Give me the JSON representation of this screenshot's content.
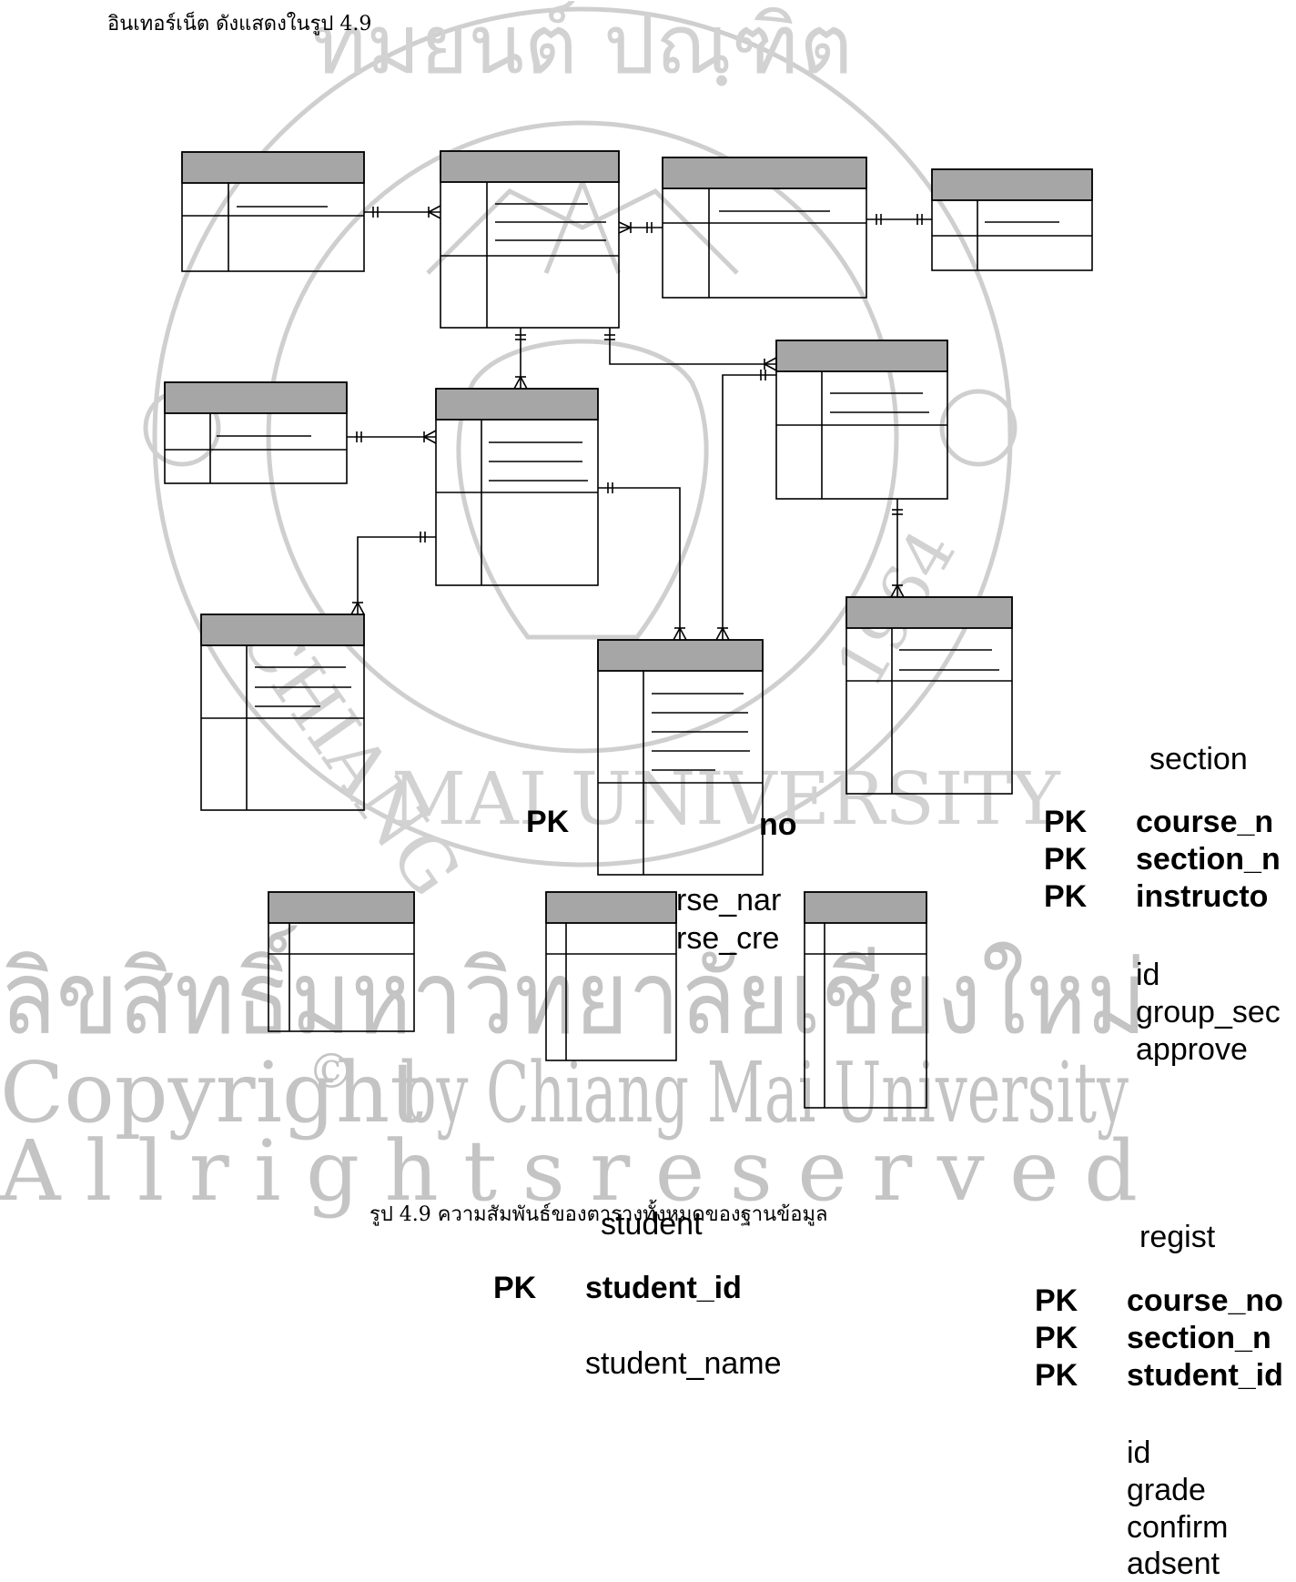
{
  "intro_text": "อินเทอร์เน็ต  ดังแสดงในรูป 4.9",
  "caption": "รูป 4.9  ความสัมพันธ์ของตารางทั้งหมดของฐานข้อมูล",
  "watermark": {
    "thai": "ลิขสิทธิ์มหาวิทยาลัยเชียงใหม่",
    "copyright": "Copyright",
    "copyright_symbol": "©",
    "by_line": "by Chiang Mai University",
    "rights": "A l l   r i g h t s   r e s e r v e d",
    "seal_top": "ทมยนต์ ปณฺฑิต",
    "seal_left": "CHIANG",
    "seal_bottom": "MAI UNIVERSITY",
    "seal_year": "1964",
    "color": "#c9c9c9"
  },
  "overflow_text": {
    "pk": "PK",
    "course_fragment_suffix": "no",
    "course_name_fragment": "rse_nar",
    "course_credit_fragment": "rse_cre",
    "section": {
      "title": "section",
      "pk1": "course_n",
      "pk2": "section_n",
      "pk3": "instructo",
      "f1": "id",
      "f2": "group_sec",
      "f3": "approve"
    },
    "student": {
      "title": "student",
      "pk": "student_id",
      "f1": "student_name"
    },
    "regist": {
      "title": "regist",
      "pk1": "course_no",
      "pk2": "section_n",
      "pk3": "student_id",
      "f1": "id",
      "f2": "grade",
      "f3": "confirm",
      "f4": "adsent"
    }
  },
  "colors": {
    "header": "#a6a6a6",
    "line": "#000000"
  }
}
